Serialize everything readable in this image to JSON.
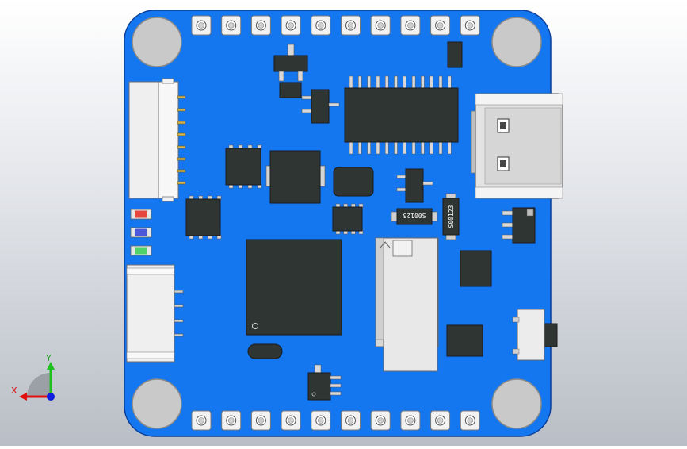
{
  "viewport": {
    "background": "#c8ccd2"
  },
  "board": {
    "color": "#1477f0",
    "edge_color": "#0a3f9a",
    "pin_count_top": 10,
    "pin_count_bottom": 10
  },
  "components": {
    "sot23_label_a": "S00123",
    "sot23_label_b": "S00123"
  },
  "leds": [
    {
      "name": "red",
      "color": "#e5473f"
    },
    {
      "name": "blue",
      "color": "#4a58d9"
    },
    {
      "name": "green",
      "color": "#4fd26a"
    }
  ],
  "triad": {
    "x_label": "X",
    "y_label": "Y",
    "x_color": "#e01010",
    "y_color": "#20c020",
    "z_color": "#1020e0"
  }
}
